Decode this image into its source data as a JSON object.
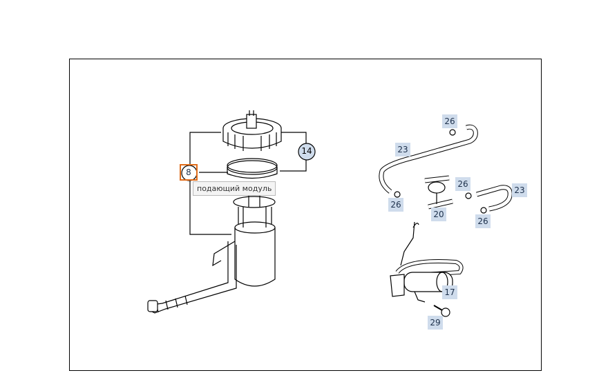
{
  "diagram": {
    "callouts": [
      {
        "id": "c8",
        "label": "8"
      },
      {
        "id": "c14",
        "label": "14"
      },
      {
        "id": "c26a",
        "label": "26"
      },
      {
        "id": "c23a",
        "label": "23"
      },
      {
        "id": "c26b",
        "label": "26"
      },
      {
        "id": "c26c",
        "label": "26"
      },
      {
        "id": "c23b",
        "label": "23"
      },
      {
        "id": "c20",
        "label": "20"
      },
      {
        "id": "c26d",
        "label": "26"
      },
      {
        "id": "c17",
        "label": "17"
      },
      {
        "id": "c29",
        "label": "29"
      }
    ],
    "tooltip": "подающий модуль"
  },
  "colors": {
    "callout_bg": "#cfdcec",
    "highlight": "#e06c1a"
  }
}
